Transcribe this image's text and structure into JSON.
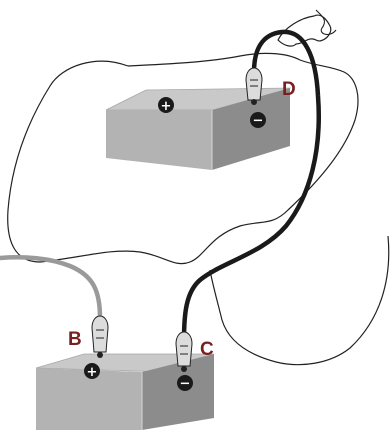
{
  "labels": {
    "B": "B",
    "C": "C",
    "D": "D"
  },
  "terminals": {
    "positive": "+",
    "negative": "−"
  },
  "colors": {
    "label": "#7a1f1f",
    "battery_top": "#c9c9c9",
    "battery_front": "#b3b3b3",
    "battery_side": "#8c8c8c",
    "black_cable": "#1a1a1a",
    "gray_cable": "#9a9a9a",
    "outline": "#222222"
  },
  "icons": [
    "battery-icon",
    "clamp-icon",
    "car-outline",
    "jumper-cable"
  ]
}
